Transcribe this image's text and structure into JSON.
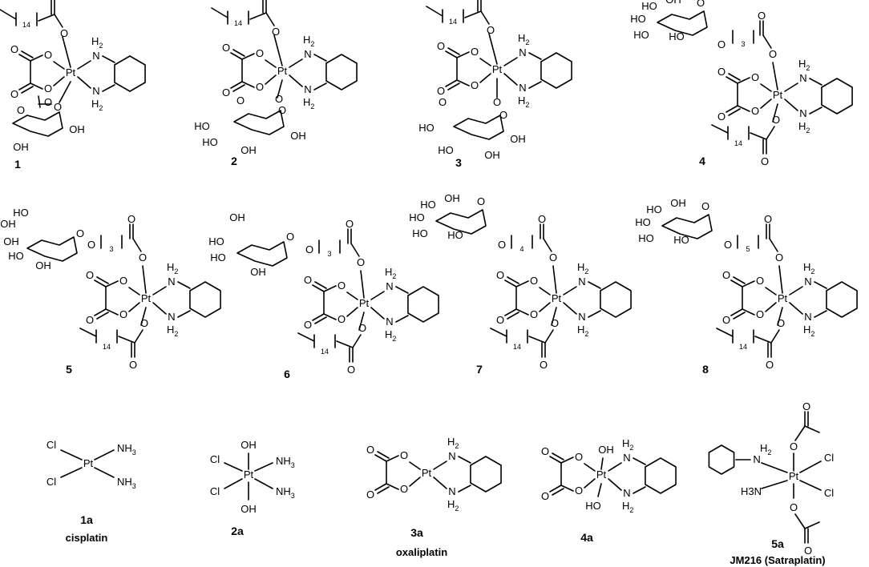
{
  "compounds": [
    {
      "id": "1",
      "name": ""
    },
    {
      "id": "2",
      "name": ""
    },
    {
      "id": "3",
      "name": ""
    },
    {
      "id": "4",
      "name": ""
    },
    {
      "id": "5",
      "name": ""
    },
    {
      "id": "6",
      "name": ""
    },
    {
      "id": "7",
      "name": ""
    },
    {
      "id": "8",
      "name": ""
    },
    {
      "id": "1a",
      "name": "cisplatin"
    },
    {
      "id": "2a",
      "name": ""
    },
    {
      "id": "3a",
      "name": "oxaliplatin"
    },
    {
      "id": "4a",
      "name": ""
    },
    {
      "id": "5a",
      "name": "JM216 (Satraplatin)"
    }
  ],
  "atoms": {
    "pt": "Pt",
    "n": "N",
    "h2": "H2",
    "o": "O",
    "oh": "OH",
    "ho": "HO",
    "cl": "Cl",
    "nh3": "NH3",
    "h3n": "H3N"
  },
  "chain_counts": {
    "c14": "14",
    "c3": "3",
    "c4": "4",
    "c5": "5"
  }
}
